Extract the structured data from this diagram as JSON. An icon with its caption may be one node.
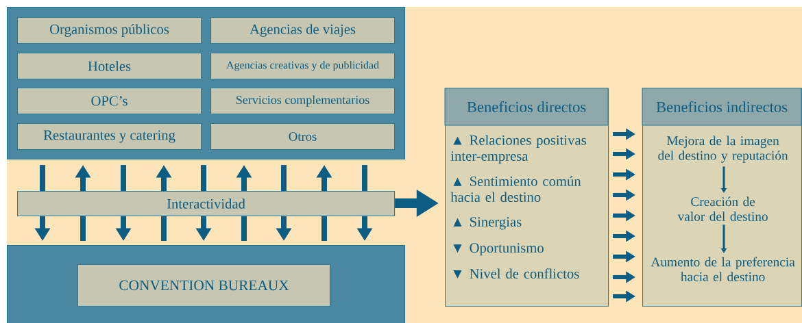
{
  "diagram": {
    "nodes": [
      {
        "text": [],
        "shape": "box"
      },
      {
        "text": [
          "Organismos públicos"
        ],
        "in": 0
      },
      {
        "text": [
          "Agencias de viajes"
        ],
        "in": 0
      },
      {
        "text": [
          "Hoteles"
        ],
        "in": 0
      },
      {
        "text": [
          "Agencias creativas y de publicidad"
        ],
        "in": 0
      },
      {
        "text": [
          "OPC’s"
        ],
        "in": 0
      },
      {
        "text": [
          "Servicios complementarios"
        ],
        "in": 0
      },
      {
        "text": [
          "Restaurantes y catering"
        ],
        "in": 0
      },
      {
        "text": [
          "Otros"
        ],
        "in": 0
      },
      {
        "text": [
          "Interactividad"
        ]
      },
      {
        "text": [],
        "shape": "box"
      },
      {
        "text": [
          "CONVENTION BUREAUX"
        ],
        "in": 10
      },
      {
        "text": [
          "Beneficios directos",
          "▲ Relaciones positivas inter-empresa",
          "▲ Sentimiento común hacia el destino",
          "▲ Sinergias",
          "▼ Oportunismo",
          "▼ Nivel de conflictos"
        ]
      },
      {
        "text": [
          "Beneficios indirectos"
        ]
      },
      {
        "text": [
          "Mejora de la imagen del destino y reputación"
        ],
        "in": 13
      },
      {
        "text": [
          "Creación de valor del destino"
        ],
        "in": 13
      },
      {
        "text": [
          "Aumento de la preferencia hacia el destino"
        ],
        "in": 13
      }
    ],
    "edges": [
      {
        "from": 0,
        "to": 9,
        "arrow": "none"
      },
      {
        "from": 9,
        "to": 10,
        "arrow": "to"
      },
      {
        "from": 10,
        "to": 9,
        "arrow": "none"
      },
      {
        "from": 9,
        "to": 0,
        "arrow": "to"
      },
      {
        "from": 0,
        "to": 9,
        "arrow": "none"
      },
      {
        "from": 9,
        "to": 10,
        "arrow": "to"
      },
      {
        "from": 10,
        "to": 9,
        "arrow": "none"
      },
      {
        "from": 9,
        "to": 0,
        "arrow": "to"
      },
      {
        "from": 0,
        "to": 9,
        "arrow": "none"
      },
      {
        "from": 9,
        "to": 10,
        "arrow": "to"
      },
      {
        "from": 10,
        "to": 9,
        "arrow": "none"
      },
      {
        "from": 9,
        "to": 0,
        "arrow": "to"
      },
      {
        "from": 0,
        "to": 9,
        "arrow": "none"
      },
      {
        "from": 9,
        "to": 10,
        "arrow": "to"
      },
      {
        "from": 10,
        "to": 9,
        "arrow": "none"
      },
      {
        "from": 9,
        "to": 0,
        "arrow": "to"
      },
      {
        "from": 0,
        "to": 9,
        "arrow": "none"
      },
      {
        "from": 9,
        "to": 10,
        "arrow": "to"
      },
      {
        "from": 9,
        "to": 12,
        "arrow": "to"
      },
      {
        "from": 12,
        "to": 13,
        "arrow": "to"
      },
      {
        "from": 12,
        "to": 13,
        "arrow": "to"
      },
      {
        "from": 12,
        "to": 13,
        "arrow": "to"
      },
      {
        "from": 12,
        "to": 13,
        "arrow": "to"
      },
      {
        "from": 12,
        "to": 13,
        "arrow": "to"
      },
      {
        "from": 12,
        "to": 13,
        "arrow": "to"
      },
      {
        "from": 12,
        "to": 13,
        "arrow": "to"
      },
      {
        "from": 12,
        "to": 13,
        "arrow": "to"
      },
      {
        "from": 12,
        "to": 13,
        "arrow": "to"
      },
      {
        "from": 14,
        "to": 15,
        "arrow": "to"
      },
      {
        "from": 15,
        "to": 16,
        "arrow": "to"
      }
    ]
  }
}
